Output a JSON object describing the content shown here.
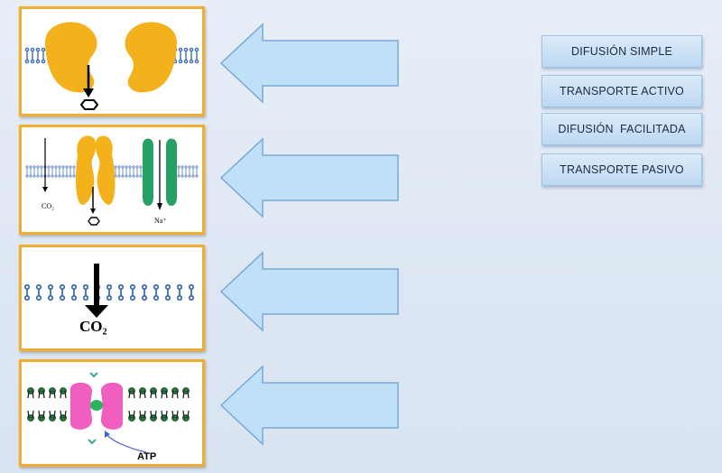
{
  "diagram": {
    "cards": [
      {
        "id": "simple-diffusion-protein",
        "labels": []
      },
      {
        "id": "channels",
        "labels": [
          "CO₂",
          "Na⁺"
        ]
      },
      {
        "id": "simple-diffusion-co2",
        "labels": [
          "CO₂"
        ]
      },
      {
        "id": "active-transport",
        "labels": [
          "ATP"
        ]
      }
    ],
    "options": [
      "DIFUSIÓN SIMPLE",
      "TRANSPORTE ACTIVO",
      "DIFUSIÓN  FACILITADA",
      "TRANSPORTE PASIVO"
    ],
    "colors": {
      "card_border": "#f2ad2c",
      "protein": "#f3b21b",
      "channel": "#26a065",
      "pump": "#f05fbf",
      "arrow_fill": "#bfe0f6",
      "arrow_stroke": "#7aa9d6",
      "membrane": "#3f6fb0",
      "lipid_head": "#2d6d3c"
    }
  }
}
